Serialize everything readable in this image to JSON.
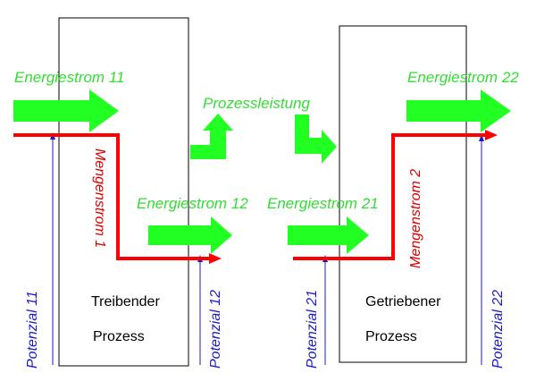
{
  "colors": {
    "energy": "#22ff22",
    "energy_label": "#33dd33",
    "mass": "#ff0000",
    "potential": "#1a1acc",
    "box_border": "#000000"
  },
  "labels": {
    "energiestrom_11": "Energiestrom 11",
    "energiestrom_12": "Energiestrom 12",
    "energiestrom_21": "Energiestrom 21",
    "energiestrom_22": "Energiestrom 22",
    "prozessleistung": "Prozessleistung",
    "mengenstrom_1": "Mengenstrom 1",
    "mengenstrom_2": "Mengenstrom 2",
    "potenzial_11": "Potenzial 11",
    "potenzial_12": "Potenzial 12",
    "potenzial_21": "Potenzial 21",
    "potenzial_22": "Potenzial 22"
  },
  "boxes": {
    "left": {
      "line1": "Treibender",
      "line2": "Prozess"
    },
    "right": {
      "line1": "Getriebener",
      "line2": "Prozess"
    }
  }
}
